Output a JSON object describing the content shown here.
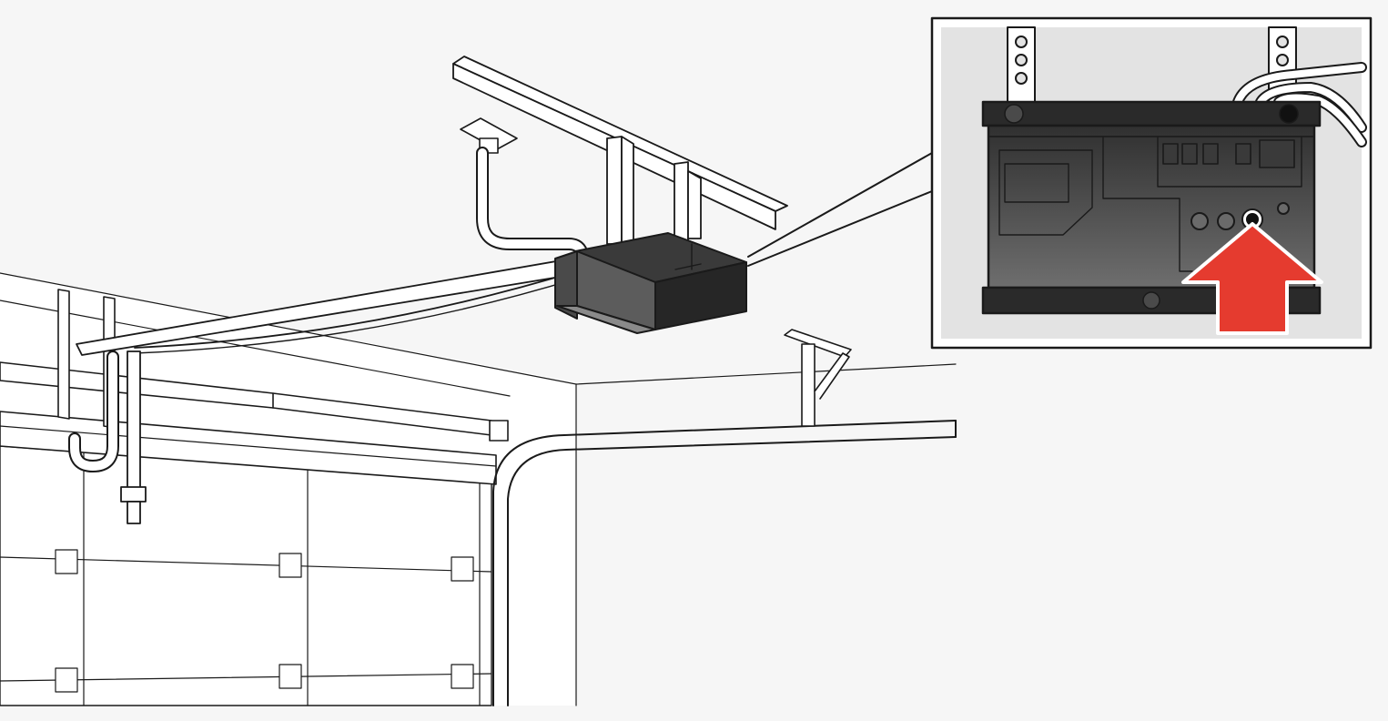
{
  "illustration": {
    "subject": "garage-door-opener",
    "inset": "opener-motor-unit-close-up",
    "highlight": "button-on-motor-unit"
  },
  "colors": {
    "background": "#f6f6f6",
    "wall": "#ffffff",
    "line": "#1a1a1a",
    "motor_dark": "#2b2b2b",
    "motor_mid": "#5a5a5a",
    "inset_bg": "#e3e3e3",
    "arrow": "#e53b2f"
  },
  "icons": {
    "arrow": "up-arrow-icon",
    "button": "push-button-icon"
  }
}
